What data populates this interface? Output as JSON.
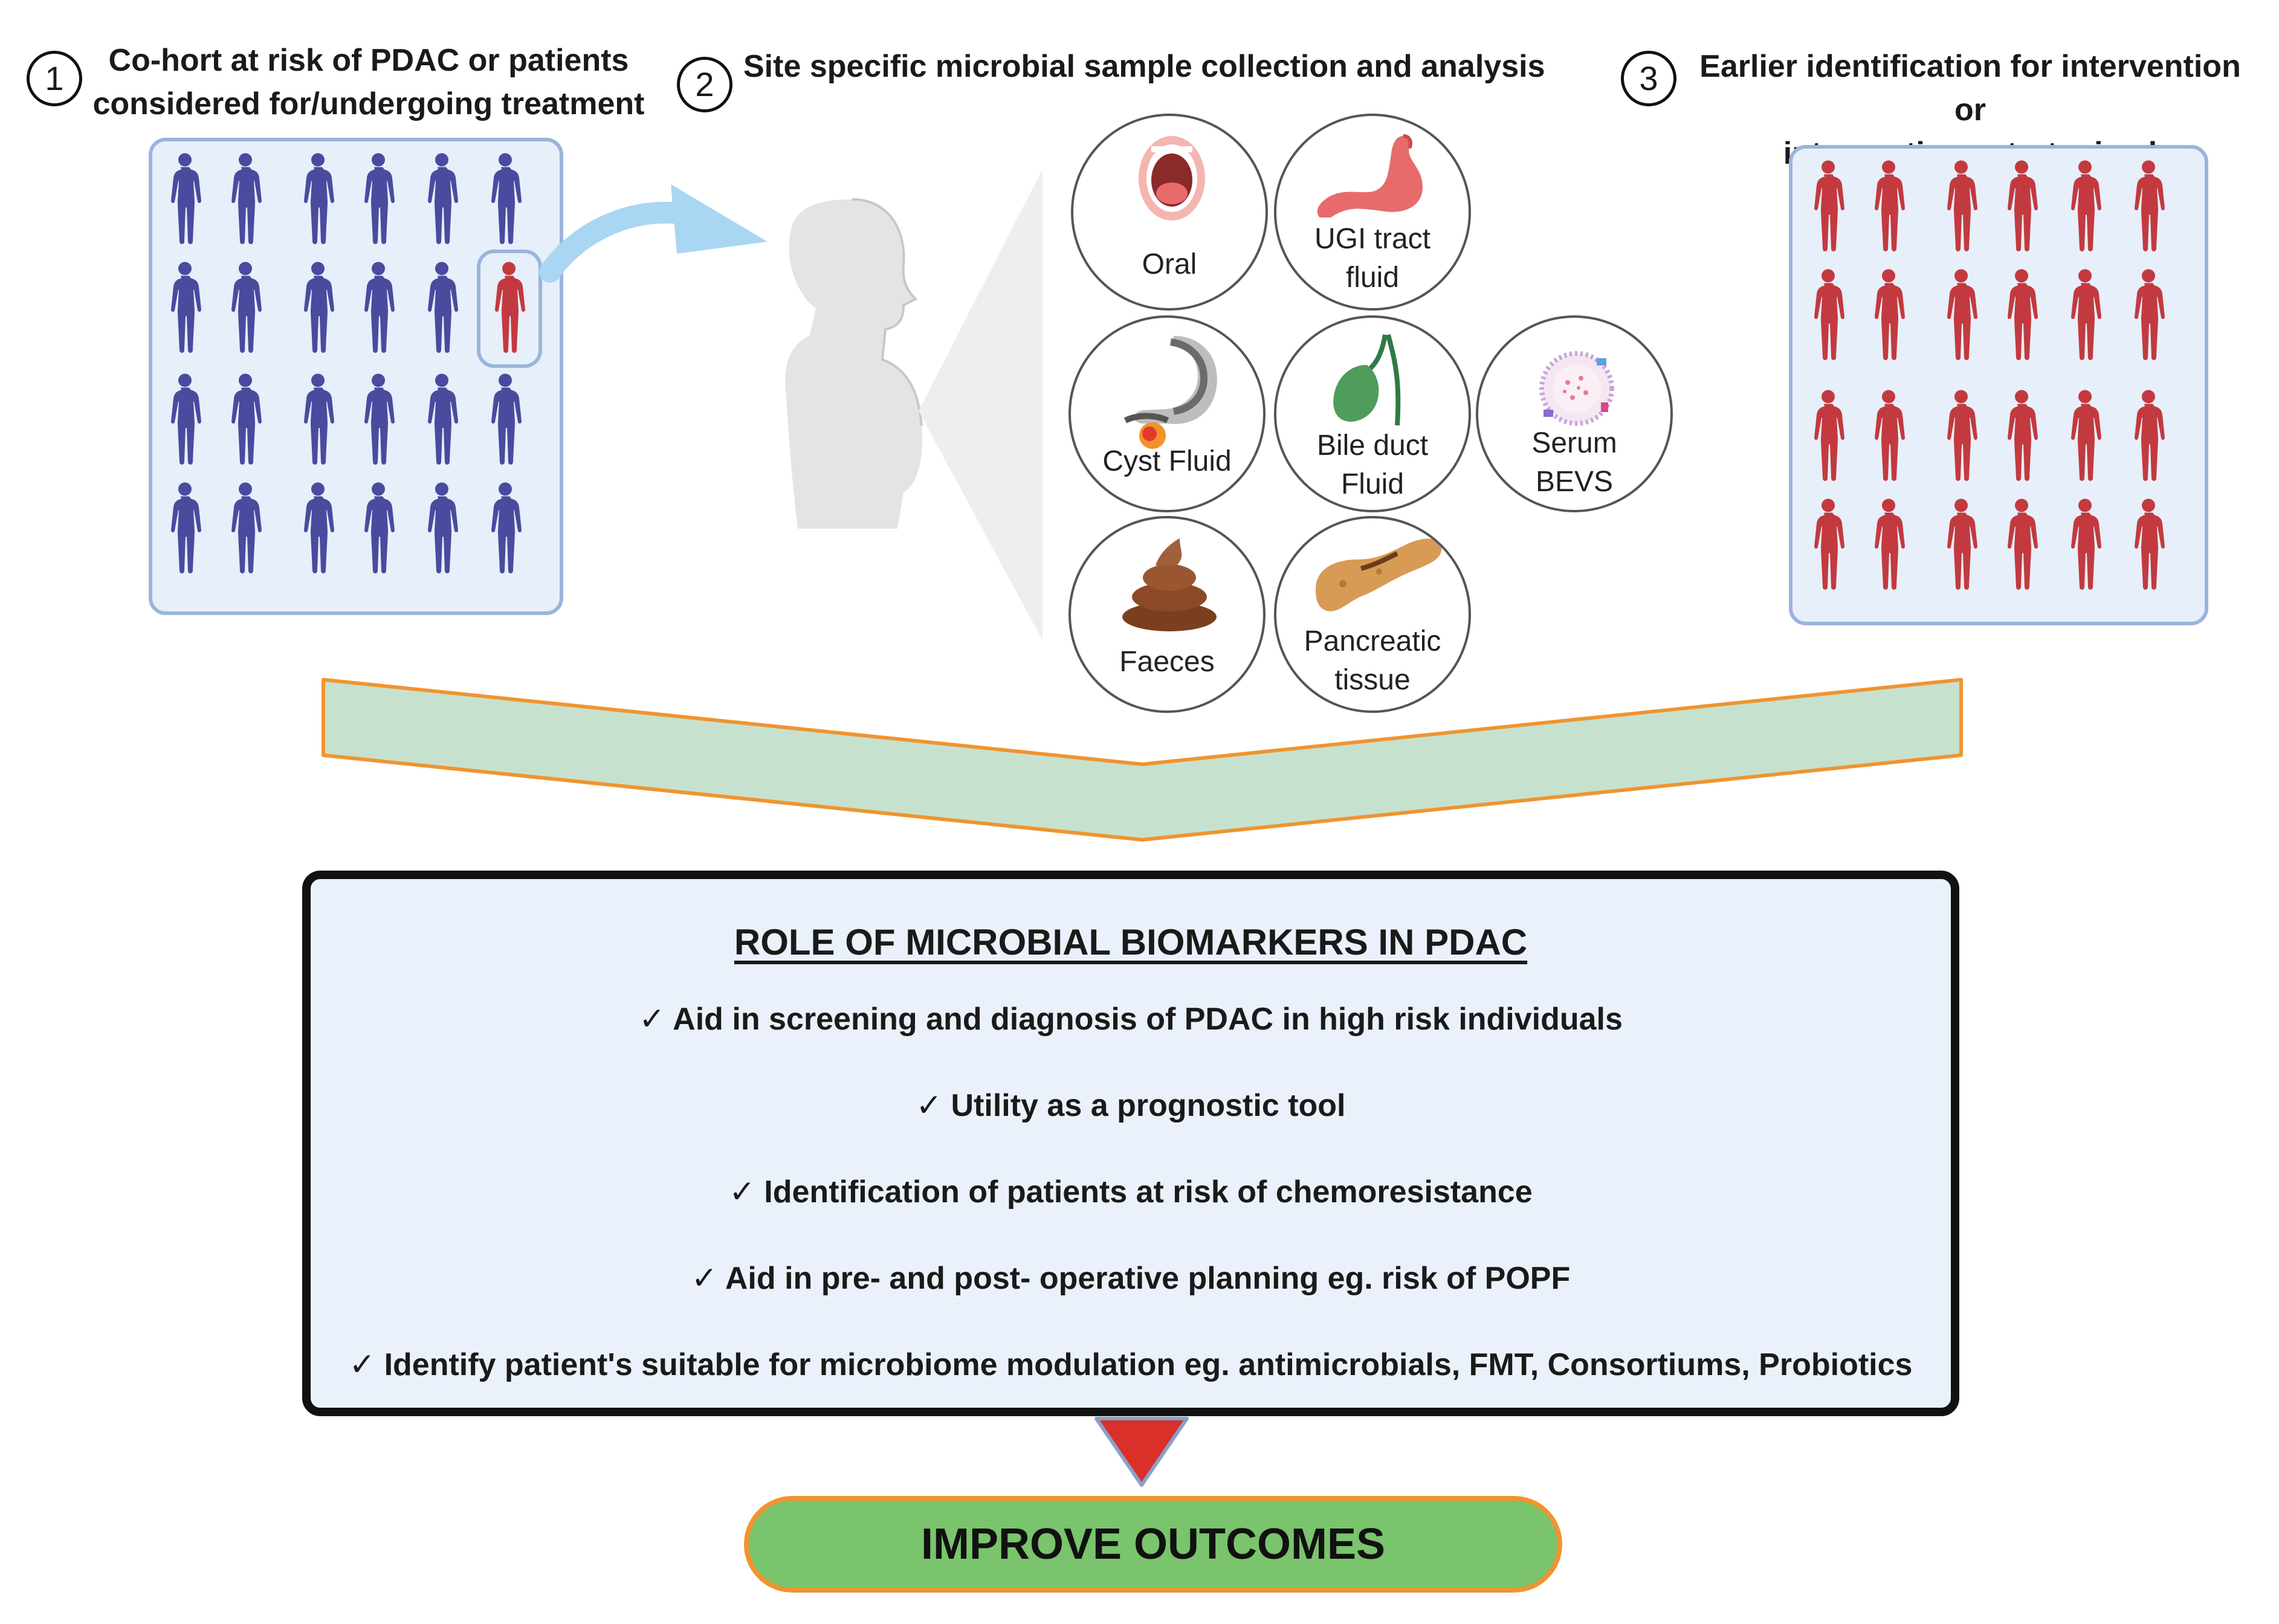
{
  "steps": [
    {
      "number": "1",
      "title_line1": "Co-hort at risk of PDAC or patients",
      "title_line2": "considered for/undergoing treatment"
    },
    {
      "number": "2",
      "title_line1": "Site specific microbial sample collection and analysis"
    },
    {
      "number": "3",
      "title_line1": "Earlier identification for intervention or",
      "title_line2": "interventions strategised"
    }
  ],
  "samples": {
    "oral": "Oral",
    "ugi_line1": "UGI tract",
    "ugi_line2": "fluid",
    "cyst": "Cyst Fluid",
    "bile_line1": "Bile duct",
    "bile_line2": "Fluid",
    "serum_line1": "Serum",
    "serum_line2": "BEVS",
    "faeces": "Faeces",
    "pancreas_line1": "Pancreatic",
    "pancreas_line2": "tissue"
  },
  "role": {
    "title": "ROLE OF MICROBIAL BIOMARKERS IN PDAC",
    "bullets": [
      "✓  Aid in screening and diagnosis of PDAC in high risk individuals",
      "✓  Utility as a prognostic tool",
      "✓ Identification of patients at risk of chemoresistance",
      "✓  Aid in pre- and post- operative planning eg. risk of POPF",
      "✓ Identify patient's suitable for microbiome modulation eg. antimicrobials, FMT, Consortiums, Probiotics"
    ]
  },
  "outcome": "IMPROVE OUTCOMES",
  "colors": {
    "cohort_figure": "#4a4b9e",
    "risk_figure": "#c23a3f",
    "panel_bg": "#e6effa",
    "panel_border": "#9bb4db",
    "funnel_fill": "#c6e2cf",
    "funnel_border": "#f0942f",
    "arrow": "#a9d6f2",
    "outcome_fill": "#79c46c",
    "triangle": "#d9302a"
  }
}
